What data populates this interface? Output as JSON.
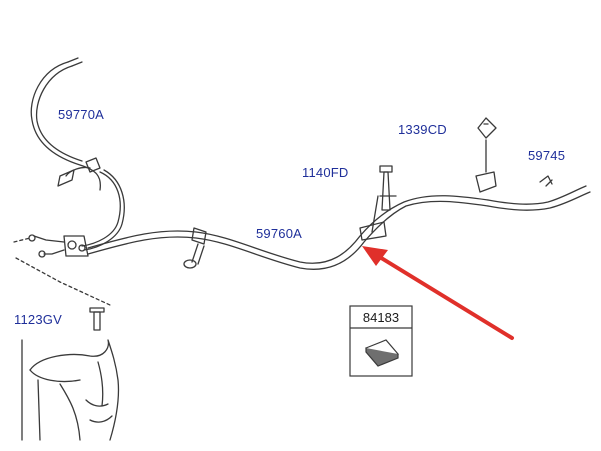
{
  "diagram": {
    "part_labels": {
      "cable_left": "59770A",
      "cable_main": "59760A",
      "bolt": "1140FD",
      "nut": "1339CD",
      "cable_right": "59745",
      "screw": "1123GV"
    },
    "kit_box": {
      "label": "84183"
    },
    "callout_arrow_color": "#e0302a",
    "line_color": "#3a3a3a",
    "label_color": "#1f2f9a"
  }
}
